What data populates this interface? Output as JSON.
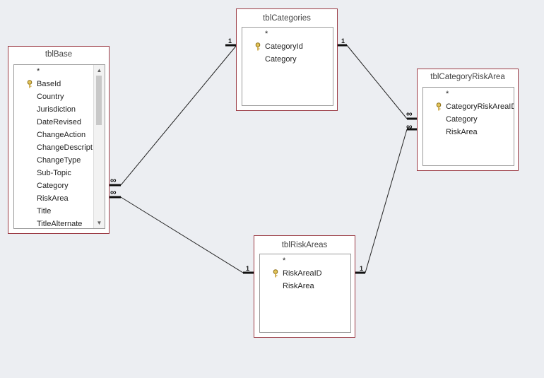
{
  "tables": {
    "base": {
      "title": "tblBase",
      "fields": [
        "*",
        "BaseId",
        "Country",
        "Jurisdiction",
        "DateRevised",
        "ChangeAction",
        "ChangeDescript",
        "ChangeType",
        "Sub-Topic",
        "Category",
        "RiskArea",
        "Title",
        "TitleAlternate"
      ]
    },
    "categories": {
      "title": "tblCategories",
      "fields": [
        "*",
        "CategoryId",
        "Category"
      ]
    },
    "categoryRiskArea": {
      "title": "tblCategoryRiskArea",
      "fields": [
        "*",
        "CategoryRiskAreaID",
        "Category",
        "RiskArea"
      ]
    },
    "riskAreas": {
      "title": "tblRiskAreas",
      "fields": [
        "*",
        "RiskAreaID",
        "RiskArea"
      ]
    }
  },
  "relationships": {
    "one_label": "1",
    "many_label": "∞"
  },
  "colors": {
    "table_border": "#9b3a44",
    "line": "#222222",
    "background": "#eceef2"
  },
  "icons": {
    "primary_key": "key-icon",
    "scroll_up": "chevron-up-icon",
    "scroll_down": "chevron-down-icon"
  }
}
